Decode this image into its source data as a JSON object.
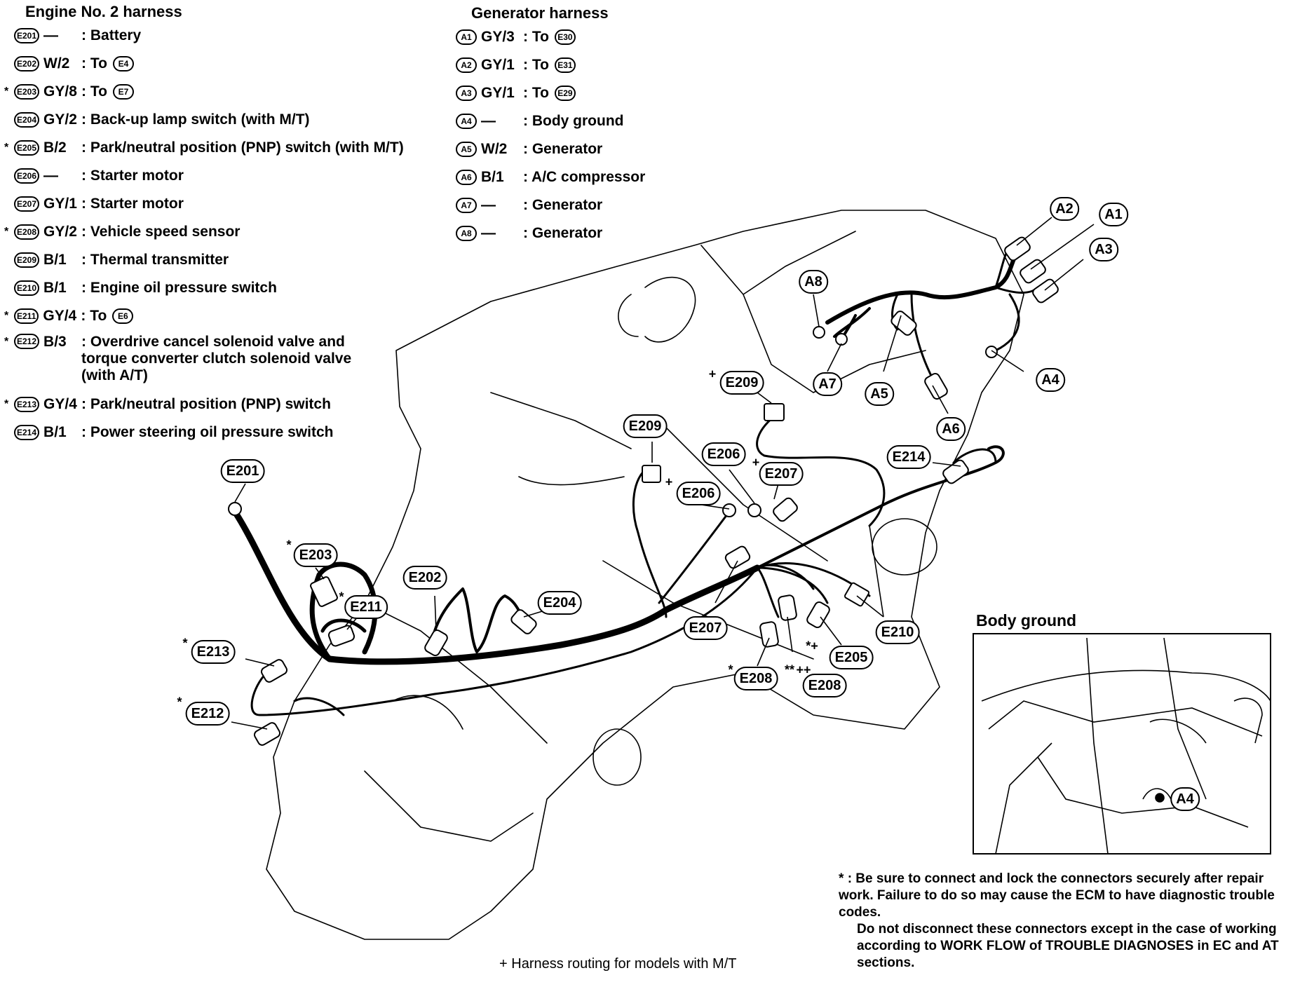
{
  "engine_harness": {
    "title": "Engine No. 2 harness",
    "rows": [
      {
        "star": "",
        "conn": "E201",
        "wire": "—",
        "desc": ": Battery"
      },
      {
        "star": "",
        "conn": "E202",
        "wire": "W/2",
        "desc": ": To",
        "to": "E4"
      },
      {
        "star": "*",
        "conn": "E203",
        "wire": "GY/8",
        "desc": ": To",
        "to": "E7"
      },
      {
        "star": "",
        "conn": "E204",
        "wire": "GY/2",
        "desc": ": Back-up lamp switch (with M/T)"
      },
      {
        "star": "*",
        "conn": "E205",
        "wire": "B/2",
        "desc": ": Park/neutral position (PNP) switch (with M/T)"
      },
      {
        "star": "",
        "conn": "E206",
        "wire": "—",
        "desc": ": Starter motor"
      },
      {
        "star": "",
        "conn": "E207",
        "wire": "GY/1",
        "desc": ": Starter motor"
      },
      {
        "star": "*",
        "conn": "E208",
        "wire": "GY/2",
        "desc": ": Vehicle speed sensor"
      },
      {
        "star": "",
        "conn": "E209",
        "wire": "B/1",
        "desc": ": Thermal transmitter"
      },
      {
        "star": "",
        "conn": "E210",
        "wire": "B/1",
        "desc": ": Engine oil pressure switch"
      },
      {
        "star": "*",
        "conn": "E211",
        "wire": "GY/4",
        "desc": ": To",
        "to": "E6"
      },
      {
        "star": "*",
        "conn": "E212",
        "wire": "B/3",
        "desc": ": Overdrive cancel solenoid valve and torque converter clutch solenoid valve (with A/T)"
      },
      {
        "star": "*",
        "conn": "E213",
        "wire": "GY/4",
        "desc": ": Park/neutral position (PNP) switch"
      },
      {
        "star": "",
        "conn": "E214",
        "wire": "B/1",
        "desc": ": Power steering oil pressure switch"
      }
    ]
  },
  "generator_harness": {
    "title": "Generator harness",
    "rows": [
      {
        "conn": "A1",
        "wire": "GY/3",
        "desc": ": To",
        "to": "E30"
      },
      {
        "conn": "A2",
        "wire": "GY/1",
        "desc": ": To",
        "to": "E31"
      },
      {
        "conn": "A3",
        "wire": "GY/1",
        "desc": ": To",
        "to": "E29"
      },
      {
        "conn": "A4",
        "wire": "—",
        "desc": ": Body ground"
      },
      {
        "conn": "A5",
        "wire": "W/2",
        "desc": ": Generator"
      },
      {
        "conn": "A6",
        "wire": "B/1",
        "desc": ": A/C compressor"
      },
      {
        "conn": "A7",
        "wire": "—",
        "desc": ": Generator"
      },
      {
        "conn": "A8",
        "wire": "—",
        "desc": ": Generator"
      }
    ]
  },
  "callouts": [
    {
      "text": "A2"
    },
    {
      "text": "A1"
    },
    {
      "text": "A3"
    },
    {
      "text": "A8"
    },
    {
      "text": "A7"
    },
    {
      "text": "A5"
    },
    {
      "text": "A6"
    },
    {
      "text": "A4"
    },
    {
      "text": "E209"
    },
    {
      "text": "E209"
    },
    {
      "text": "E214"
    },
    {
      "text": "E206"
    },
    {
      "text": "E207"
    },
    {
      "text": "E206"
    },
    {
      "text": "E201"
    },
    {
      "text": "E203"
    },
    {
      "text": "E211"
    },
    {
      "text": "E202"
    },
    {
      "text": "E204"
    },
    {
      "text": "E207"
    },
    {
      "text": "E210"
    },
    {
      "text": "E205"
    },
    {
      "text": "E213"
    },
    {
      "text": "E208"
    },
    {
      "text": "E208"
    },
    {
      "text": "E212"
    }
  ],
  "marks": [
    {
      "text": "+"
    },
    {
      "text": "+"
    },
    {
      "text": "+"
    },
    {
      "text": "*"
    },
    {
      "text": "*"
    },
    {
      "text": "*"
    },
    {
      "text": "*"
    },
    {
      "text": "*"
    },
    {
      "text": "*+"
    },
    {
      "text": "**"
    },
    {
      "text": "++"
    }
  ],
  "body_ground": {
    "title": "Body ground",
    "label": "A4"
  },
  "notes": {
    "star": "*",
    "line1": ": Be sure to connect and lock the connectors securely after repair work. Failure to do so may cause the ECM to have diagnostic trouble codes.",
    "line2": "Do not disconnect these connectors except in the case of working according to WORK FLOW of TROUBLE DIAGNOSES in EC and AT sections."
  },
  "footnote": {
    "mark": "+",
    "text": "Harness routing for models with M/T"
  }
}
